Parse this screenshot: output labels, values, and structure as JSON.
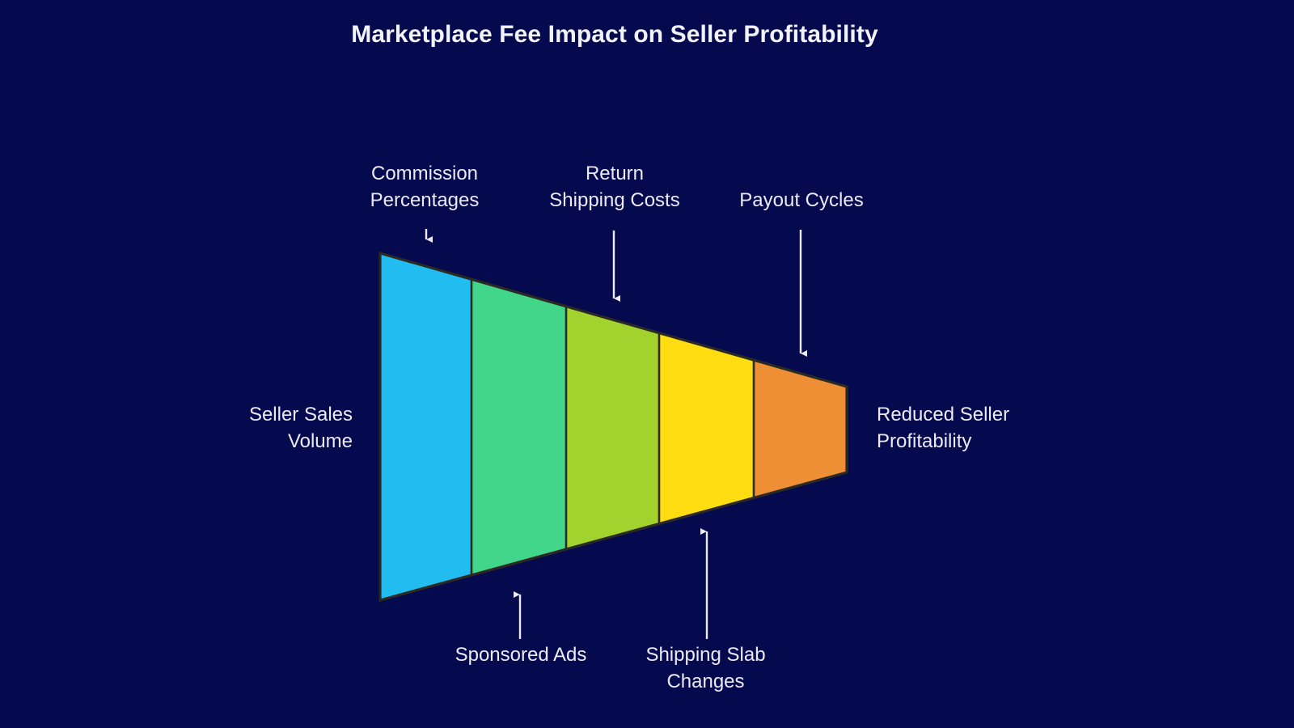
{
  "page": {
    "title": "Marketplace Fee Impact on Seller Profitability",
    "background_color": "#050a4e",
    "text_color": "#eceaf6"
  },
  "chart_data": {
    "type": "funnel",
    "title": "Marketplace Fee Impact on Seller Profitability",
    "orientation": "horizontal",
    "direction": "left-to-right-narrowing",
    "input_label": "Seller Sales Volume",
    "output_label": "Reduced Seller Profitability",
    "stroke_color": "#2b2a22",
    "segments": [
      {
        "index": 1,
        "color": "#22bdf0",
        "name": "segment-1"
      },
      {
        "index": 2,
        "color": "#42d68a",
        "name": "segment-2"
      },
      {
        "index": 3,
        "color": "#a2d22e",
        "name": "segment-3"
      },
      {
        "index": 4,
        "color": "#ffdd10",
        "name": "segment-4"
      },
      {
        "index": 5,
        "color": "#ee8f36",
        "name": "segment-5"
      }
    ],
    "annotations": [
      {
        "id": "commission-percentages",
        "label": "Commission\nPercentages",
        "position": "top",
        "arrow": "down"
      },
      {
        "id": "return-shipping-costs",
        "label": "Return\nShipping Costs",
        "position": "top",
        "arrow": "down"
      },
      {
        "id": "payout-cycles",
        "label": "Payout Cycles",
        "position": "top",
        "arrow": "down"
      },
      {
        "id": "sponsored-ads",
        "label": "Sponsored Ads",
        "position": "bottom",
        "arrow": "up"
      },
      {
        "id": "shipping-slab-changes",
        "label": "Shipping Slab\nChanges",
        "position": "bottom",
        "arrow": "up"
      }
    ]
  },
  "labels": {
    "top_1": "Commission\nPercentages",
    "top_2": "Return\nShipping Costs",
    "top_3": "Payout Cycles",
    "bottom_1": "Sponsored Ads",
    "bottom_2": "Shipping Slab\nChanges",
    "left": "Seller Sales\nVolume",
    "right": "Reduced Seller\nProfitability"
  }
}
